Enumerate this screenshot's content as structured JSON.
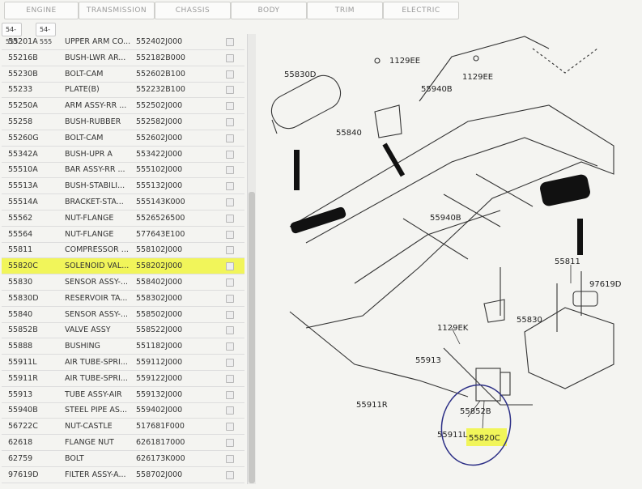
{
  "tabs": [
    "ENGINE",
    "TRANSMISSION",
    "CHASSIS",
    "BODY",
    "TRIM",
    "ELECTRIC"
  ],
  "subtabs": [
    "54-553",
    "54-555"
  ],
  "parts": [
    {
      "ref": "55201A",
      "name": "UPPER ARM CO...",
      "part": "552402J000"
    },
    {
      "ref": "55216B",
      "name": "BUSH-LWR AR...",
      "part": "552182B000"
    },
    {
      "ref": "55230B",
      "name": "BOLT-CAM",
      "part": "552602B100"
    },
    {
      "ref": "55233",
      "name": "PLATE(B)",
      "part": "552232B100"
    },
    {
      "ref": "55250A",
      "name": "ARM ASSY-RR ...",
      "part": "552502J000"
    },
    {
      "ref": "55258",
      "name": "BUSH-RUBBER",
      "part": "552582J000"
    },
    {
      "ref": "55260G",
      "name": "BOLT-CAM",
      "part": "552602J000"
    },
    {
      "ref": "55342A",
      "name": "BUSH-UPR A",
      "part": "553422J000"
    },
    {
      "ref": "55510A",
      "name": "BAR ASSY-RR ...",
      "part": "555102J000"
    },
    {
      "ref": "55513A",
      "name": "BUSH-STABILI...",
      "part": "555132J000"
    },
    {
      "ref": "55514A",
      "name": "BRACKET-STA...",
      "part": "555143K000"
    },
    {
      "ref": "55562",
      "name": "NUT-FLANGE",
      "part": "5526526500"
    },
    {
      "ref": "55564",
      "name": "NUT-FLANGE",
      "part": "577643E100"
    },
    {
      "ref": "55811",
      "name": "COMPRESSOR ...",
      "part": "558102J000"
    },
    {
      "ref": "55820C",
      "name": "SOLENOID VAL...",
      "part": "558202J000"
    },
    {
      "ref": "55830",
      "name": "SENSOR ASSY-...",
      "part": "558402J000"
    },
    {
      "ref": "55830D",
      "name": "RESERVOIR TA...",
      "part": "558302J000"
    },
    {
      "ref": "55840",
      "name": "SENSOR ASSY-...",
      "part": "558502J000"
    },
    {
      "ref": "55852B",
      "name": "VALVE ASSY",
      "part": "558522J000"
    },
    {
      "ref": "55888",
      "name": "BUSHING",
      "part": "551182J000"
    },
    {
      "ref": "55911L",
      "name": "AIR TUBE-SPRI...",
      "part": "559112J000"
    },
    {
      "ref": "55911R",
      "name": "AIR TUBE-SPRI...",
      "part": "559122J000"
    },
    {
      "ref": "55913",
      "name": "TUBE ASSY-AIR",
      "part": "559132J000"
    },
    {
      "ref": "55940B",
      "name": "STEEL PIPE AS...",
      "part": "559402J000"
    },
    {
      "ref": "56722C",
      "name": "NUT-CASTLE",
      "part": "517681F000"
    },
    {
      "ref": "62618",
      "name": "FLANGE NUT",
      "part": "6261817000"
    },
    {
      "ref": "62759",
      "name": "BOLT",
      "part": "626173K000"
    },
    {
      "ref": "97619D",
      "name": "FILTER ASSY-A...",
      "part": "558702J000"
    }
  ],
  "highlight_ref": "55820C",
  "diagram": {
    "labels": {
      "l1129EE_a": "1129EE",
      "l1129EE_b": "1129EE",
      "l55830D": "55830D",
      "l55940B_top": "55940B",
      "l55840": "55840",
      "l55940B_mid": "55940B",
      "l55811": "55811",
      "l97619D": "97619D",
      "l55830": "55830",
      "l1129EK": "1129EK",
      "l55913": "55913",
      "l55852B": "55852B",
      "l55911R": "55911R",
      "l55911L": "55911L",
      "l55820C": "55820C"
    }
  },
  "colors": {
    "highlight": "#f1f55a",
    "circle": "#2c2f86",
    "tab_text": "#9a9a9a"
  }
}
